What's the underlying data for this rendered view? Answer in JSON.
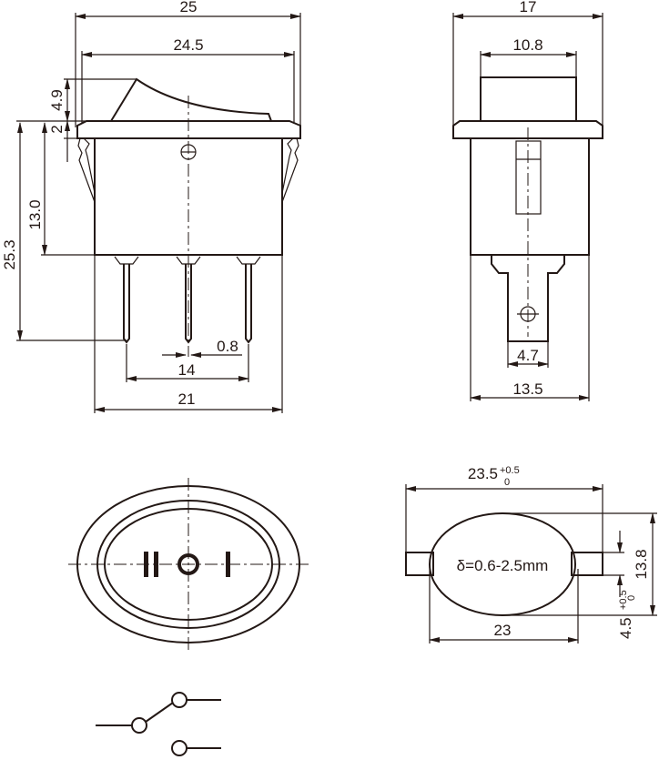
{
  "front_view": {
    "dim_overall_width": "25",
    "dim_bezel_width": "24.5",
    "dim_rocker_height": "4.9",
    "dim_bezel_thickness": "2",
    "dim_total_height": "25.3",
    "dim_body_height": "13.0",
    "dim_pin_width": "0.8",
    "dim_pin_pitch": "14",
    "dim_body_width": "21"
  },
  "side_view": {
    "dim_overall_width": "17",
    "dim_rocker_width": "10.8",
    "dim_terminal_width": "4.7",
    "dim_body_width": "13.5"
  },
  "panel_cutout": {
    "dim_width_nominal": "23.5",
    "dim_width_tol_upper": "+0.5",
    "dim_width_tol_lower": "0",
    "dim_ellipse_width": "23",
    "dim_height": "13.8",
    "dim_tab_height_nominal": "4.5",
    "dim_tab_tol_upper": "+0.5",
    "dim_tab_tol_lower": "0",
    "panel_thickness_note": "δ=0.6-2.5mm"
  },
  "colors": {
    "ink": "#231815",
    "background": "#ffffff"
  }
}
